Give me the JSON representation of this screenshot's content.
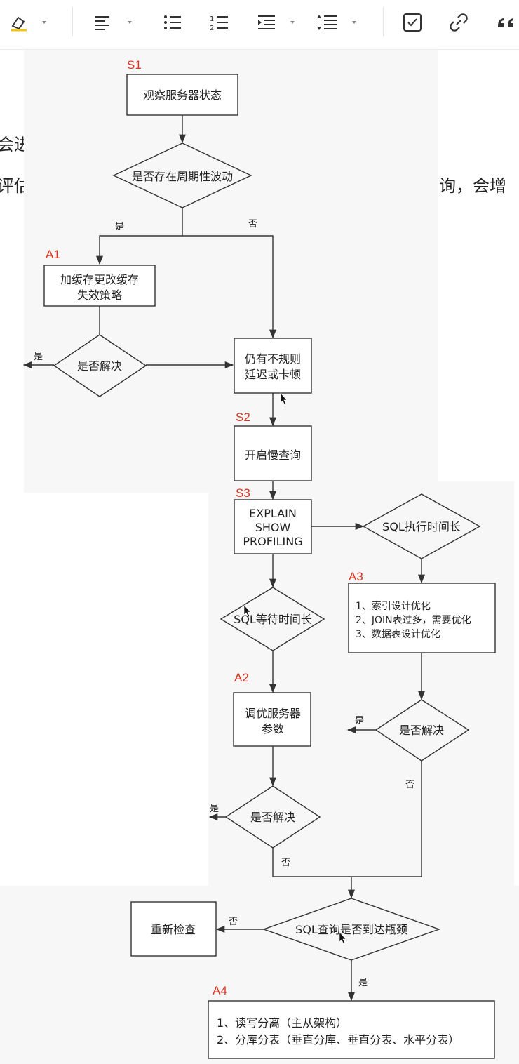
{
  "toolbar": {
    "buttons": [
      {
        "name": "highlight-icon"
      },
      {
        "name": "align-left-icon"
      },
      {
        "name": "bullet-list-icon"
      },
      {
        "name": "numbered-list-icon"
      },
      {
        "name": "indent-icon"
      },
      {
        "name": "line-spacing-icon"
      },
      {
        "name": "checkbox-icon"
      },
      {
        "name": "link-icon"
      },
      {
        "name": "quote-icon"
      }
    ]
  },
  "background_text": {
    "line1_start": "会进",
    "line2_start": "评估",
    "line2_end": "询，会增"
  },
  "flowchart": {
    "steps": {
      "s1": "S1",
      "s2": "S2",
      "s3": "S3",
      "a1": "A1",
      "a2": "A2",
      "a3": "A3",
      "a4": "A4"
    },
    "nodes": {
      "observe": "观察服务器状态",
      "periodic": "是否存在周期性波动",
      "cache_line1": "加缓存更改缓存",
      "cache_line2": "失效策略",
      "resolved_a1": "是否解决",
      "irregular_line1": "仍有不规则",
      "irregular_line2": "延迟或卡顿",
      "slowlog": "开启慢查询",
      "explain_line1": "EXPLAIN",
      "explain_line2": "SHOW",
      "explain_line3": "PROFILING",
      "sql_exec": "SQL执行时间长",
      "a3_line1": "1、索引设计优化",
      "a3_line2": "2、JOIN表过多，需要优化",
      "a3_line3": "3、数据表设计优化",
      "sql_wait": "SQL等待时间长",
      "tune_line1": "调优服务器",
      "tune_line2": "参数",
      "resolved_a2": "是否解决",
      "resolved_a3": "是否解决",
      "bottleneck": "SQL查询是否到达瓶颈",
      "recheck": "重新检查",
      "a4_line1": "1、读写分离（主从架构）",
      "a4_line2": "2、分库分表（垂直分库、垂直分表、水平分表）"
    },
    "edge_labels": {
      "yes": "是",
      "no": "否"
    }
  }
}
